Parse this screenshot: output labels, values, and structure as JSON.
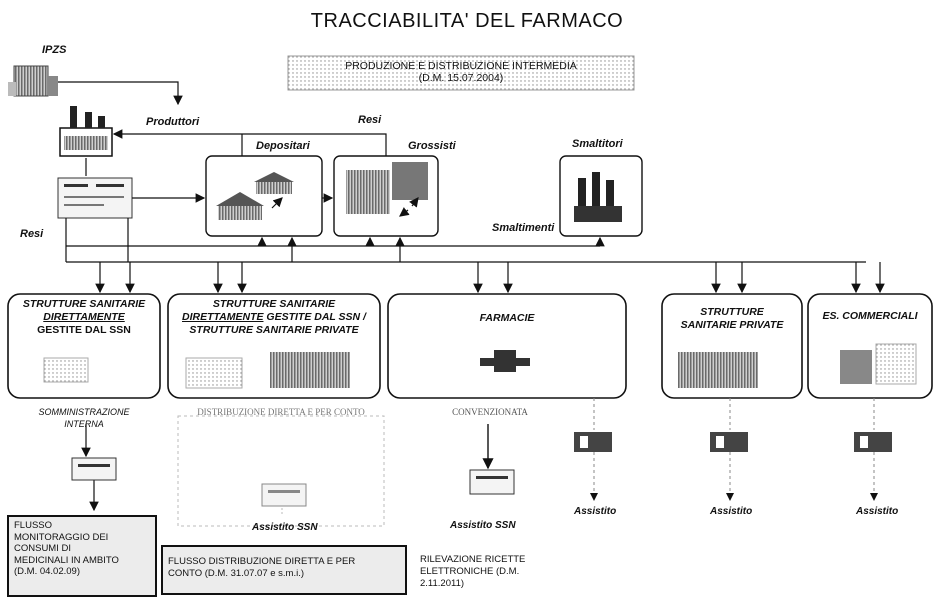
{
  "title": "TRACCIABILITA' DEL FARMACO",
  "production_box": {
    "line1": "PRODUZIONE E DISTRIBUZIONE INTERMEDIA",
    "line2": "(D.M. 15.07.2004)"
  },
  "nodes": {
    "ipzs": "IPZS",
    "produttori": "Produttori",
    "depositari": "Depositari",
    "grossisti": "Grossisti",
    "smaltitori": "Smaltitori",
    "resi_top": "Resi",
    "resi_left": "Resi",
    "smaltimenti": "Smaltimenti"
  },
  "structures": {
    "ssn_direct": {
      "line1": "STRUTTURE SANITARIE",
      "line2": "DIRETTAMENTE",
      "line3": "GESTITE DAL SSN"
    },
    "ssn_mixed": {
      "line1": "STRUTTURE SANITARIE",
      "line2a": "DIRETTAMENTE",
      "line2b": " GESTITE DAL SSN /",
      "line3": "STRUTTURE SANITARIE PRIVATE"
    },
    "farmacie": "FARMACIE",
    "private": {
      "line1": "STRUTTURE",
      "line2": "SANITARIE PRIVATE"
    },
    "commercial": "ES. COMMERCIALI"
  },
  "captions": {
    "somministrazione": {
      "line1": "SOMMINISTRAZIONE",
      "line2": "INTERNA"
    },
    "distribuzione": "DISTRIBUZIONE DIRETTA E PER CONTO",
    "convenzionata": "CONVENZIONATA",
    "assistito_ssn_1": "Assistito SSN",
    "assistito_ssn_2": "Assistito SSN",
    "assistito_1": "Assistito",
    "assistito_2": "Assistito",
    "assistito_3": "Assistito"
  },
  "flows": {
    "monitoraggio": {
      "line1": "FLUSSO",
      "line2": "MONITORAGGIO DEI",
      "line3": "CONSUMI DI",
      "line4": "MEDICINALI IN AMBITO",
      "line5": "(D.M. 04.02.09)"
    },
    "distribuzione": {
      "line1": "FLUSSO DISTRIBUZIONE DIRETTA E PER",
      "line2": "CONTO (D.M. 31.07.07 e s.m.i.)"
    },
    "ricette": {
      "line1": "RILEVAZIONE RICETTE",
      "line2": "ELETTRONICHE (D.M.",
      "line3": "2.11.2011)"
    }
  }
}
